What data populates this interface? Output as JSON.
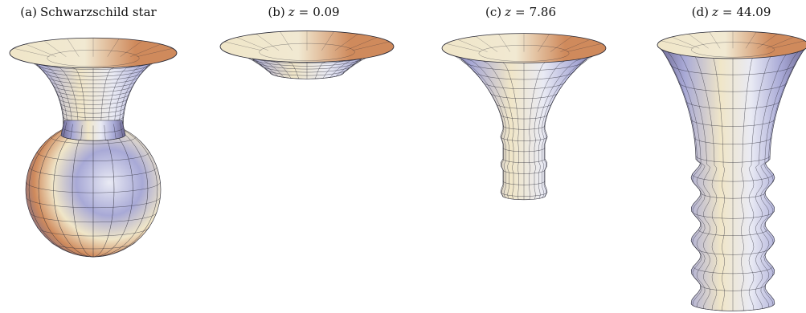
{
  "panels": [
    {
      "tag": "(a)",
      "text": "Schwarzschild star",
      "variable": "",
      "equals": "",
      "value": ""
    },
    {
      "tag": "(b)",
      "text": "",
      "variable": "z",
      "equals": "=",
      "value": "0.09"
    },
    {
      "tag": "(c)",
      "text": "",
      "variable": "z",
      "equals": "=",
      "value": "7.86"
    },
    {
      "tag": "(d)",
      "text": "",
      "variable": "z",
      "equals": "=",
      "value": "44.09"
    }
  ],
  "colors": {
    "shade_dark": "#6b6690",
    "shade_mid": "#a8a9d6",
    "shade_light": "#e9eaf4",
    "cream": "#f0e6c8",
    "orange": "#cf8a5c",
    "interior_light": "#f1e9d2",
    "mesh": "#2a2a36"
  }
}
